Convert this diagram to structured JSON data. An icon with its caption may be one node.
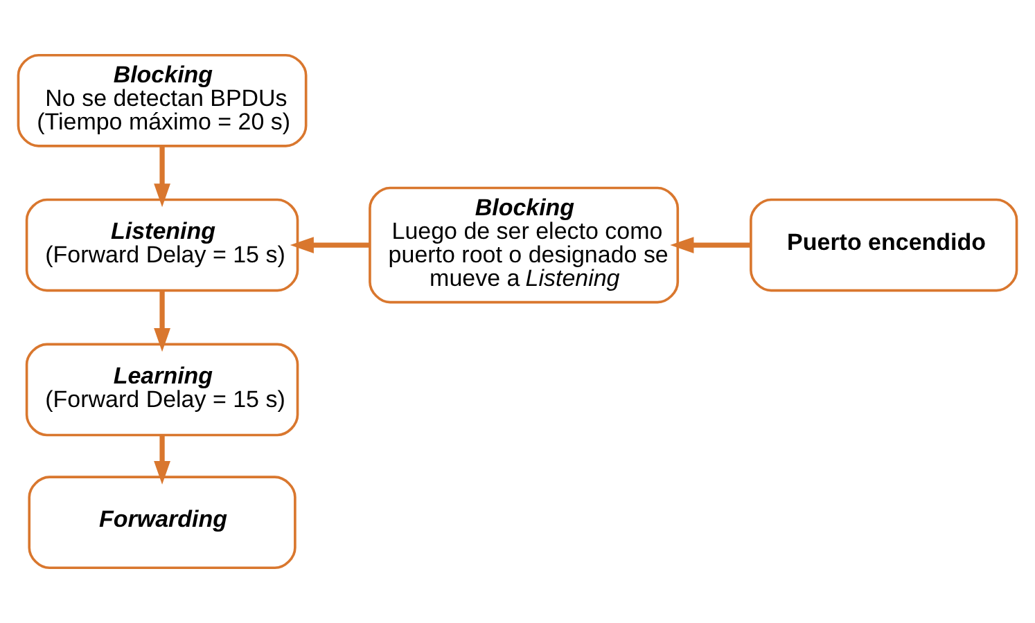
{
  "diagram": {
    "nodes": [
      {
        "text": [
          "Blocking",
          "No se detectan BPDUs (Tiempo máximo = 20 s)"
        ]
      },
      {
        "text": [
          "Listening",
          "(Forward Delay = 15 s)"
        ]
      },
      {
        "text": [
          "Learning",
          "(Forward Delay = 15 s)"
        ]
      },
      {
        "text": [
          "Forwarding"
        ]
      },
      {
        "text": [
          "Blocking",
          "Luego de ser electo como puerto root o designado se mueve a *Listening*"
        ]
      },
      {
        "text": [
          "Puerto encendido"
        ]
      }
    ],
    "edges": [
      {
        "from": 0,
        "to": 1,
        "arrow": "to"
      },
      {
        "from": 1,
        "to": 2,
        "arrow": "to"
      },
      {
        "from": 2,
        "to": 3,
        "arrow": "to"
      },
      {
        "from": 5,
        "to": 4,
        "arrow": "to"
      },
      {
        "from": 4,
        "to": 1,
        "arrow": "to"
      }
    ]
  }
}
